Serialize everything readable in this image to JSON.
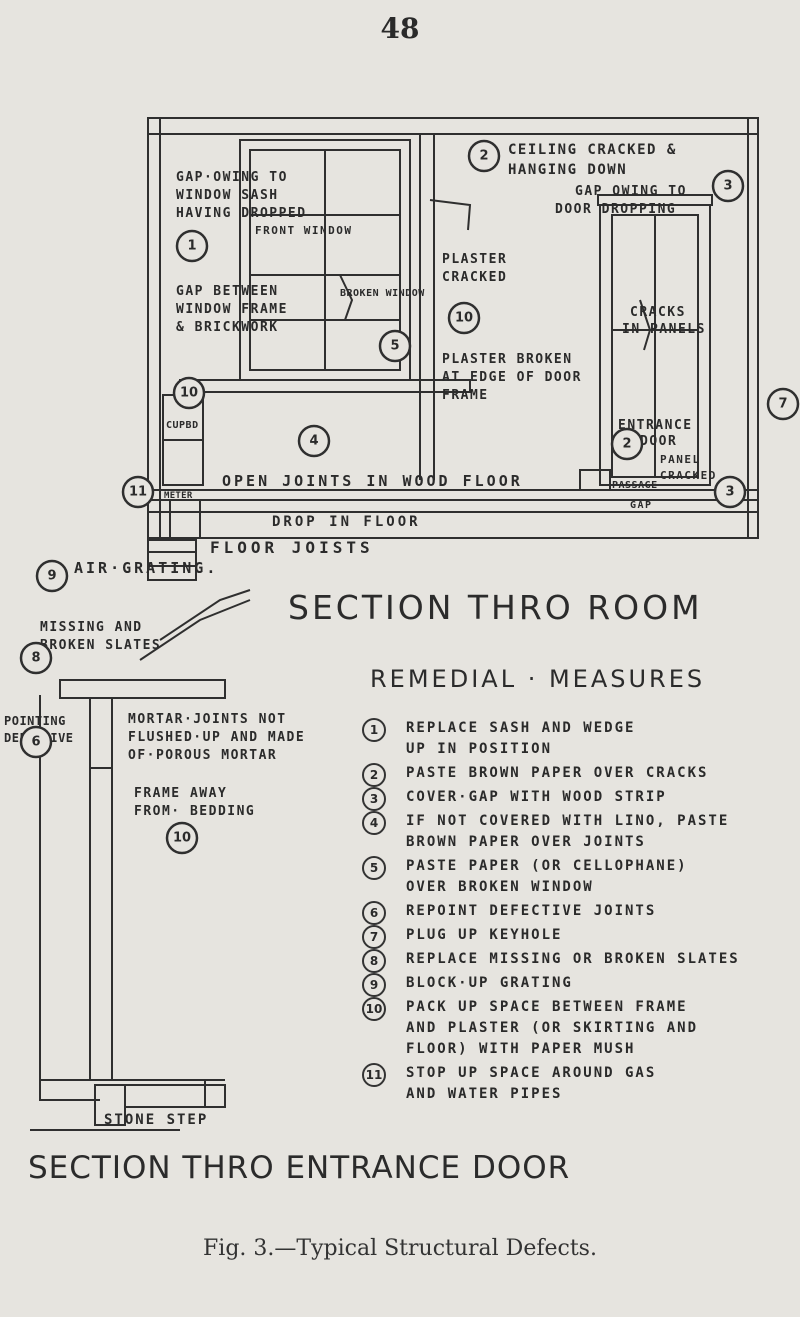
{
  "page_number": "48",
  "room_section": {
    "title": "SECTION THRO ROOM",
    "labels": {
      "gap_owing_to": "GAP·OWING TO",
      "window_sash": "WINDOW SASH",
      "having_dropped": "HAVING DROPPED",
      "front_window": "FRONT WINDOW",
      "broken_window": "BROKEN WINDOW",
      "gap_between": "GAP BETWEEN",
      "window_frame": "WINDOW FRAME",
      "and_brickwork": "& BRICKWORK",
      "cupbd": "CUPBD",
      "meter": "METER",
      "ceiling_cracked": "CEILING CRACKED &",
      "hanging_down": "HANGING DOWN",
      "gap_owing_to_2": "GAP OWING TO",
      "door_dropping": "DOOR DROPPING",
      "plaster_cracked_1": "PLASTER",
      "plaster_cracked_2": "CRACKED",
      "plaster_broken_1": "PLASTER BROKEN",
      "plaster_broken_2": "AT EDGE OF DOOR",
      "plaster_broken_3": "FRAME",
      "cracks_in_panels_1": "CRACKS",
      "cracks_in_panels_2": "IN PANELS",
      "entrance_door_1": "ENTRANCE",
      "entrance_door_2": "DOOR",
      "panel_cracked_1": "PANEL",
      "panel_cracked_2": "CRACKED",
      "passage": "PASSAGE",
      "gap": "GAP",
      "open_joints": "OPEN JOINTS IN WOOD FLOOR",
      "drop_in_floor": "DROP IN FLOOR",
      "floor_joists": "FLOOR JOISTS",
      "air_grating": "AIR·GRATING."
    }
  },
  "door_section": {
    "title": "SECTION THRO ENTRANCE DOOR",
    "labels": {
      "missing_and": "MISSING AND",
      "broken_slates": "BROKEN SLATES",
      "pointing_defective_1": "POINTING",
      "pointing_defective_2": "DEFECTIVE",
      "mortar_1": "MORTAR·JOINTS NOT",
      "mortar_2": "FLUSHED·UP AND MADE",
      "mortar_3": "OF·POROUS MORTAR",
      "frame_away_1": "FRAME AWAY",
      "frame_away_2": "FROM· BEDDING",
      "stone_step": "STONE STEP"
    }
  },
  "remedial": {
    "title": "REMEDIAL · MEASURES",
    "items": [
      {
        "num": "1",
        "text": "REPLACE SASH AND WEDGE\nUP IN POSITION"
      },
      {
        "num": "2",
        "text": "PASTE BROWN PAPER OVER CRACKS"
      },
      {
        "num": "3",
        "text": "COVER·GAP WITH WOOD STRIP"
      },
      {
        "num": "4",
        "text": "IF NOT COVERED WITH LINO, PASTE\nBROWN PAPER OVER JOINTS"
      },
      {
        "num": "5",
        "text": "PASTE PAPER (OR CELLOPHANE)\nOVER BROKEN WINDOW"
      },
      {
        "num": "6",
        "text": "REPOINT DEFECTIVE JOINTS"
      },
      {
        "num": "7",
        "text": "PLUG UP KEYHOLE"
      },
      {
        "num": "8",
        "text": "REPLACE MISSING OR BROKEN SLATES"
      },
      {
        "num": "9",
        "text": "BLOCK·UP GRATING"
      },
      {
        "num": "10",
        "text": "PACK UP SPACE BETWEEN FRAME\nAND PLASTER (OR SKIRTING AND\nFLOOR) WITH PAPER MUSH"
      },
      {
        "num": "11",
        "text": "STOP UP SPACE AROUND GAS\nAND WATER PIPES"
      }
    ]
  },
  "markers": [
    "1",
    "2",
    "3",
    "4",
    "5",
    "6",
    "7",
    "8",
    "9",
    "10",
    "11"
  ],
  "caption": "Fig. 3.—Typical Structural Defects."
}
